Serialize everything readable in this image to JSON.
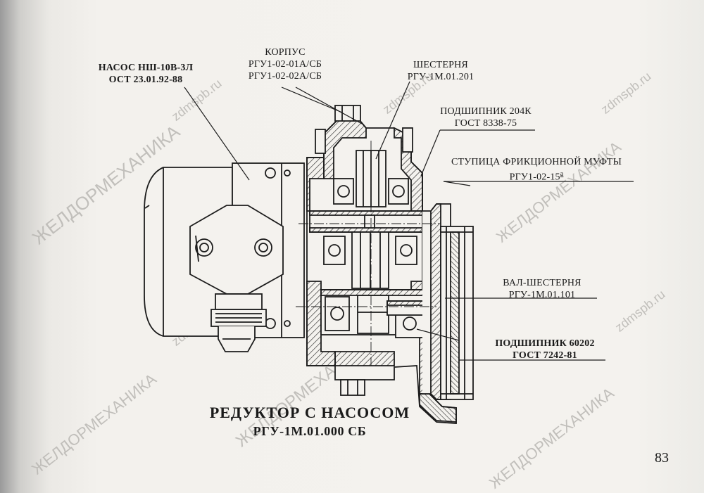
{
  "labels": {
    "pump_line1": "НАСОС НШ-10В-3Л",
    "pump_line2": "ОСТ 23.01.92-88",
    "housing_line1": "КОРПУС",
    "housing_line2": "РГУ1-02-01А/СБ",
    "housing_line3": "РГУ1-02-02А/СБ",
    "gear_line1": "ШЕСТЕРНЯ",
    "gear_line2": "РГУ-1М.01.201",
    "bearing1_line1": "ПОДШИПНИК 204К",
    "bearing1_line2": "ГОСТ 8338-75",
    "hub_line1": "СТУПИЦА ФРИКЦИОННОЙ МУФТЫ",
    "hub_line2": "РГУ1-02-15",
    "hub_sup": "а",
    "shaft_line1": "ВАЛ-ШЕСТЕРНЯ",
    "shaft_line2": "РГУ-1М.01.101",
    "bearing2_line1": "ПОДШИПНИК 60202",
    "bearing2_line2": "ГОСТ 7242-81"
  },
  "title": {
    "line1": "РЕДУКТОР С НАСОСОМ",
    "line2": "РГУ-1М.01.000 СБ"
  },
  "page_number": "83",
  "watermarks": {
    "brand": "ЖЕЛДОРМЕХАНИКА",
    "site": "zdmspb.ru"
  }
}
